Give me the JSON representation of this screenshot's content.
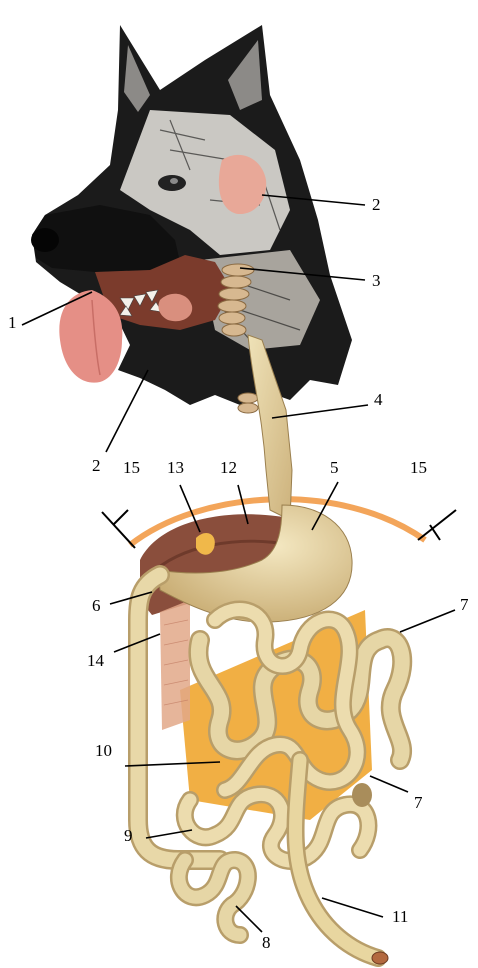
{
  "labels": {
    "l1": "1",
    "l2a": "2",
    "l2b": "2",
    "l3": "3",
    "l4": "4",
    "l5": "5",
    "l6": "6",
    "l7a": "7",
    "l7b": "7",
    "l8": "8",
    "l9": "9",
    "l10": "10",
    "l11": "11",
    "l12": "12",
    "l13": "13",
    "l14": "14",
    "l15a": "15",
    "l15b": "15"
  },
  "colors": {
    "background": "#ffffff",
    "fur_dark": "#161616",
    "fur_light": "#e9e6e0",
    "tongue": "#e58f86",
    "gland": "#e8a898",
    "intestine": "#e6d6a6",
    "intestine_shadow": "#b89e6a",
    "liver": "#8a4e3c",
    "diaphragm": "#f3a55a",
    "fat": "#f0a630"
  }
}
